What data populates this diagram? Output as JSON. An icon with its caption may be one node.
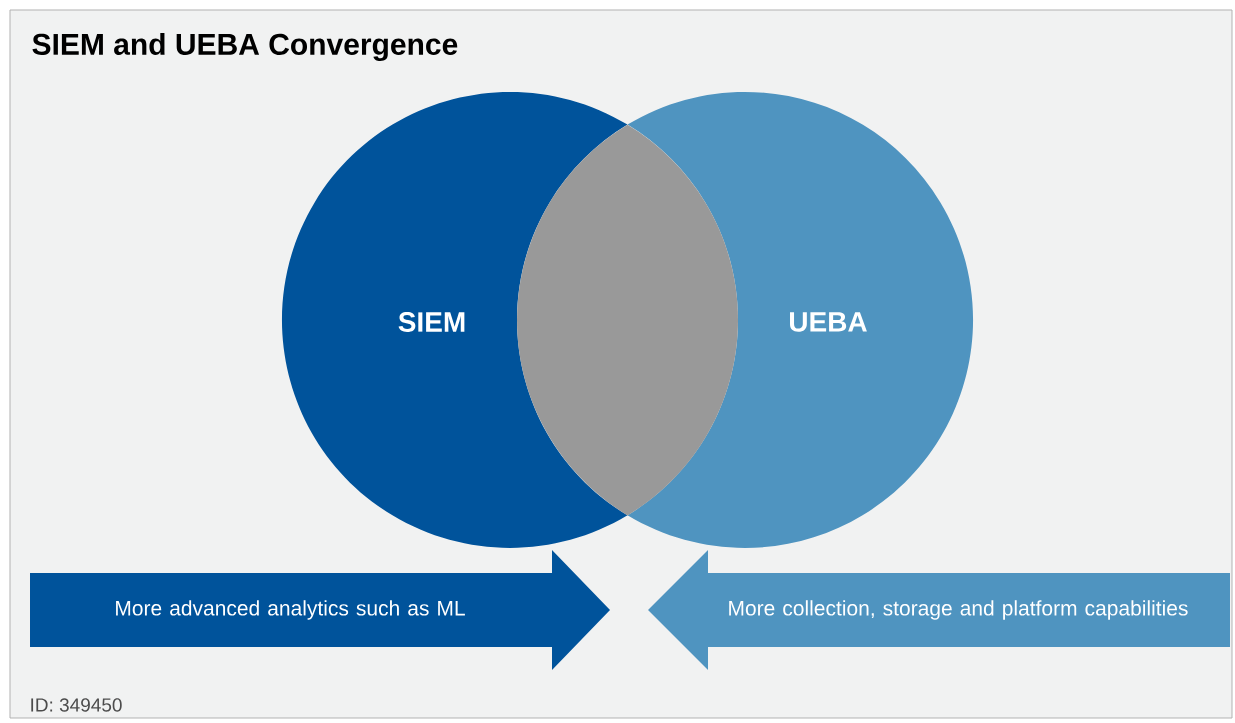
{
  "diagram": {
    "title": "SIEM and UEBA Convergence",
    "nodes": [
      {
        "text": [
          "SIEM"
        ]
      },
      {
        "text": [
          "UEBA"
        ]
      },
      {
        "text": [
          "More advanced analytics such as ML"
        ]
      },
      {
        "text": [
          "More collection, storage and platform capabilities"
        ]
      },
      {
        "text": [],
        "shape": "lens"
      }
    ],
    "labels": [
      "ID: 349450"
    ]
  }
}
